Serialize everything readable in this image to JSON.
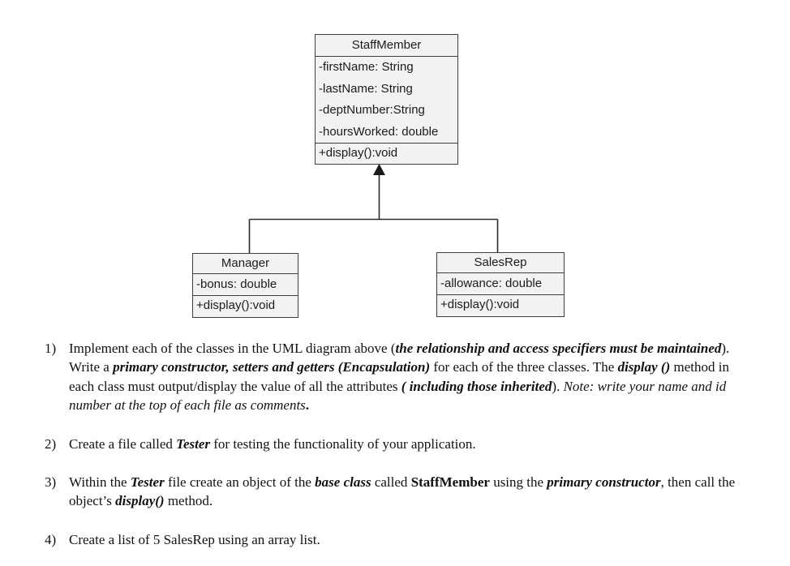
{
  "document": {
    "background_color": "#ffffff",
    "text_color": "#111111"
  },
  "uml": {
    "box_fill_color": "#f2f2f2",
    "box_border_color": "#3f3f3f",
    "classes": [
      {
        "name": "StaffMember",
        "attributes": [
          "-firstName: String",
          "-lastName: String",
          "-deptNumber:String",
          "-hoursWorked: double"
        ],
        "methods": [
          "+display():void"
        ]
      },
      {
        "name": "Manager",
        "attributes": [
          "-bonus: double"
        ],
        "methods": [
          "+display():void"
        ]
      },
      {
        "name": "SalesRep",
        "attributes": [
          "-allowance: double"
        ],
        "methods": [
          "+display():void"
        ]
      }
    ],
    "relationships": [
      {
        "type": "inheritance",
        "from": [
          "Manager",
          "SalesRep"
        ],
        "to": "StaffMember"
      }
    ]
  },
  "instructions": {
    "items": [
      {
        "number": "1)",
        "segments": [
          {
            "s": "r",
            "t": "Implement each of the classes in the UML diagram above ("
          },
          {
            "s": "bi",
            "t": "the relationship and access specifiers must be maintained"
          },
          {
            "s": "r",
            "t": "). Write a "
          },
          {
            "s": "bi",
            "t": "primary constructor, setters and getters (Encapsulation)"
          },
          {
            "s": "r",
            "t": " for each of the three classes. The "
          },
          {
            "s": "bi",
            "t": "display ()"
          },
          {
            "s": "r",
            "t": " method in each class must output/display the value of all the attributes "
          },
          {
            "s": "bi",
            "t": "( including those inherited"
          },
          {
            "s": "r",
            "t": "). "
          },
          {
            "s": "i",
            "t": "Note: write your name and id number at the top of each file as comments"
          },
          {
            "s": "b",
            "t": "."
          }
        ]
      },
      {
        "number": "2)",
        "segments": [
          {
            "s": "r",
            "t": "Create a file called "
          },
          {
            "s": "bi",
            "t": "Tester"
          },
          {
            "s": "r",
            "t": " for testing the functionality of your application."
          }
        ]
      },
      {
        "number": "3)",
        "segments": [
          {
            "s": "r",
            "t": "Within the "
          },
          {
            "s": "bi",
            "t": "Tester"
          },
          {
            "s": "r",
            "t": " file create an object of the "
          },
          {
            "s": "bi",
            "t": "base class"
          },
          {
            "s": "r",
            "t": " called "
          },
          {
            "s": "b",
            "t": "StaffMember"
          },
          {
            "s": "r",
            "t": " using the "
          },
          {
            "s": "bi",
            "t": "primary constructor"
          },
          {
            "s": "r",
            "t": ", then call the object’s "
          },
          {
            "s": "bi",
            "t": "display()"
          },
          {
            "s": "r",
            "t": " method."
          }
        ]
      },
      {
        "number": "4)",
        "segments": [
          {
            "s": "r",
            "t": "Create a list of 5 SalesRep using an array list."
          }
        ]
      }
    ]
  }
}
